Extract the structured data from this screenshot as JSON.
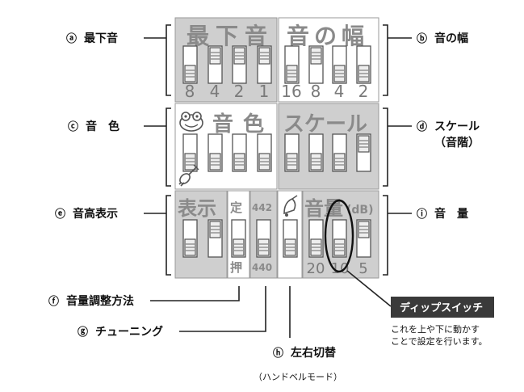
{
  "labels": {
    "a": {
      "mark": "ⓐ",
      "text": "最下音"
    },
    "b": {
      "mark": "ⓑ",
      "text": "音の幅"
    },
    "c": {
      "mark": "ⓒ",
      "text": "音　色"
    },
    "d": {
      "mark": "ⓓ",
      "text": "スケール",
      "sub": "（音階）"
    },
    "e": {
      "mark": "ⓔ",
      "text": "音高表示"
    },
    "i": {
      "mark": "ⓘ",
      "text": "音　量"
    },
    "f": {
      "mark": "ⓕ",
      "text": "音量調整方法"
    },
    "g": {
      "mark": "ⓖ",
      "text": "チューニング"
    },
    "h": {
      "mark": "ⓗ",
      "text": "左右切替",
      "sub": "（ハンドベルモード）"
    }
  },
  "panels": {
    "lowest_note": {
      "title": "最下音",
      "values": [
        "8",
        "4",
        "2",
        "1"
      ]
    },
    "range": {
      "title": "音の幅",
      "values": [
        "16",
        "8",
        "4",
        "2"
      ]
    },
    "timbre": {
      "title": "音色",
      "icon": "frog-icon"
    },
    "scale": {
      "title": "スケール"
    },
    "display": {
      "title": "表示"
    },
    "mode": {
      "top": "定",
      "bottom": "押"
    },
    "tuning": {
      "top": "442",
      "bottom": "440"
    },
    "volume": {
      "title": "音量",
      "unit": "(dB)",
      "values": [
        "20",
        "10",
        "5"
      ]
    }
  },
  "callout": {
    "title": "ディップスイッチ",
    "note_line1": "これを上や下に動かす",
    "note_line2": "ことで設定を行います。"
  },
  "colors": {
    "panel_gray": "#cfcfcf",
    "callout_bg": "#3a3a3a",
    "text_gray": "#8a8a8a"
  }
}
